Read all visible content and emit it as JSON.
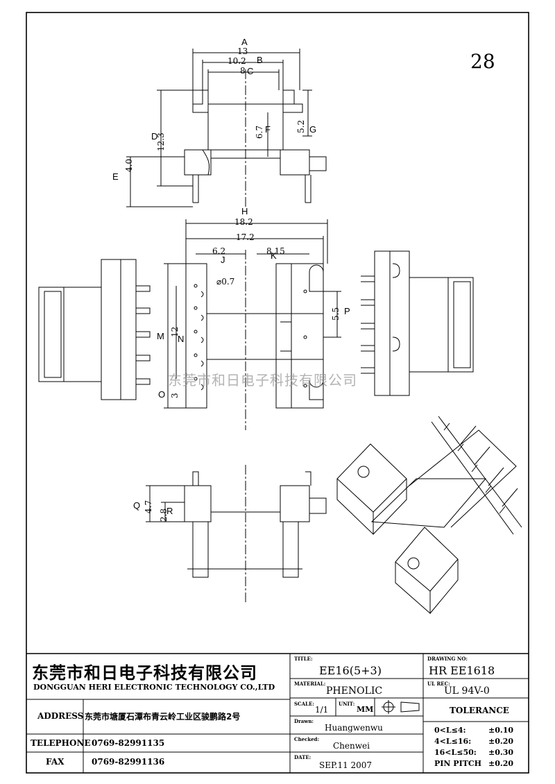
{
  "sheet_number": "28",
  "watermark": "东莞市和日电子科技有限公司",
  "dims": {
    "a": "A",
    "b": "B",
    "c": "C",
    "d": "D",
    "e": "E",
    "f": "F",
    "g": "G",
    "h": "H",
    "j": "J",
    "k": "K",
    "m": "M",
    "n": "N",
    "o": "O",
    "p": "P",
    "q": "Q",
    "r": "R",
    "v13": "13",
    "v10_2": "10.2",
    "v8": "8",
    "v12_3": "12.3",
    "v4_0": "4.0",
    "v6_7": "6.7",
    "v5_2": "5.2",
    "v18_2": "18.2",
    "v17_2": "17.2",
    "v6_2": "6.2",
    "v8_15": "8.15",
    "v_phi": "⌀0.7",
    "v12": "12",
    "v3": "3",
    "v5_5": "5.5",
    "v4_7": "4.7",
    "v2_8": "2.8"
  },
  "title_block": {
    "company_cn": "东莞市和日电子科技有限公司",
    "company_en": "DONGGUAN HERI ELECTRONIC TECHNOLOGY CO.,LTD",
    "address_label": "ADDRESS",
    "address_value": "东莞市塘厦石潭布青云岭工业区骏鹏路2号",
    "telephone_label": "TELEPHONE",
    "telephone_value": "0769-82991135",
    "fax_label": "FAX",
    "fax_value": "0769-82991136",
    "title_label": "TITLE:",
    "title_value": "EE16(5+3)",
    "material_label": "MATERIAL:",
    "material_value": "PHENOLIC",
    "scale_label": "SCALE:",
    "scale_value": "1/1",
    "unit_label": "UNIT:",
    "unit_value": "MM",
    "drawn_label": "Drawn:",
    "drawn_value": "Huangwenwu",
    "checked_label": "Checked:",
    "checked_value": "Chenwei",
    "date_label": "DATE:",
    "date_value": "SEP.11 2007",
    "drawing_no_label": "DRAWING NO:",
    "drawing_no_value": "HR EE1618",
    "ul_label": "UL REC:",
    "ul_value": "UL   94V-0",
    "tolerance_title": "TOLERANCE",
    "tolerances": [
      {
        "range": "0<L≤4:",
        "value": "±0.10"
      },
      {
        "range": "4<L≤16:",
        "value": "±0.20"
      },
      {
        "range": "16<L≤50:",
        "value": "±0.30"
      },
      {
        "range": "PIN PITCH",
        "value": "±0.20"
      }
    ]
  }
}
